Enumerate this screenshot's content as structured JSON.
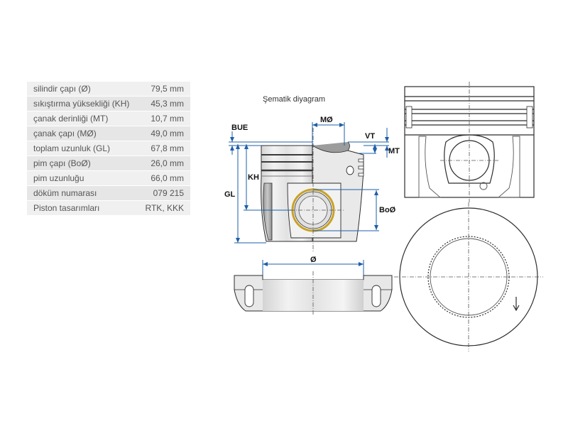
{
  "specs": [
    {
      "label": "silindir çapı (Ø)",
      "value": "79,5 mm"
    },
    {
      "label": "sıkıştırma yüksekliği (KH)",
      "value": "45,3 mm"
    },
    {
      "label": "çanak derinliği (MT)",
      "value": "10,7 mm"
    },
    {
      "label": "çanak çapı (MØ)",
      "value": "49,0 mm"
    },
    {
      "label": "toplam uzunluk (GL)",
      "value": "67,8 mm"
    },
    {
      "label": "pim çapı (BoØ)",
      "value": "26,0 mm"
    },
    {
      "label": "pim uzunluğu",
      "value": "66,0 mm"
    },
    {
      "label": "döküm numarası",
      "value": "079 215"
    },
    {
      "label": "Piston tasarımları",
      "value": "RTK, KKK"
    }
  ],
  "diagram": {
    "title": "Şematik diyagram",
    "labels": {
      "bue": "BUE",
      "kh": "KH",
      "gl": "GL",
      "mo": "MØ",
      "vt": "VT",
      "mt": "MT",
      "bo": "BoØ",
      "o": "Ø"
    }
  },
  "colors": {
    "dimension_lines": "#1f5fa8",
    "pin_ring": "#c9a227",
    "table_row_light": "#f0f0f0",
    "table_row_dark": "#e6e6e6"
  }
}
